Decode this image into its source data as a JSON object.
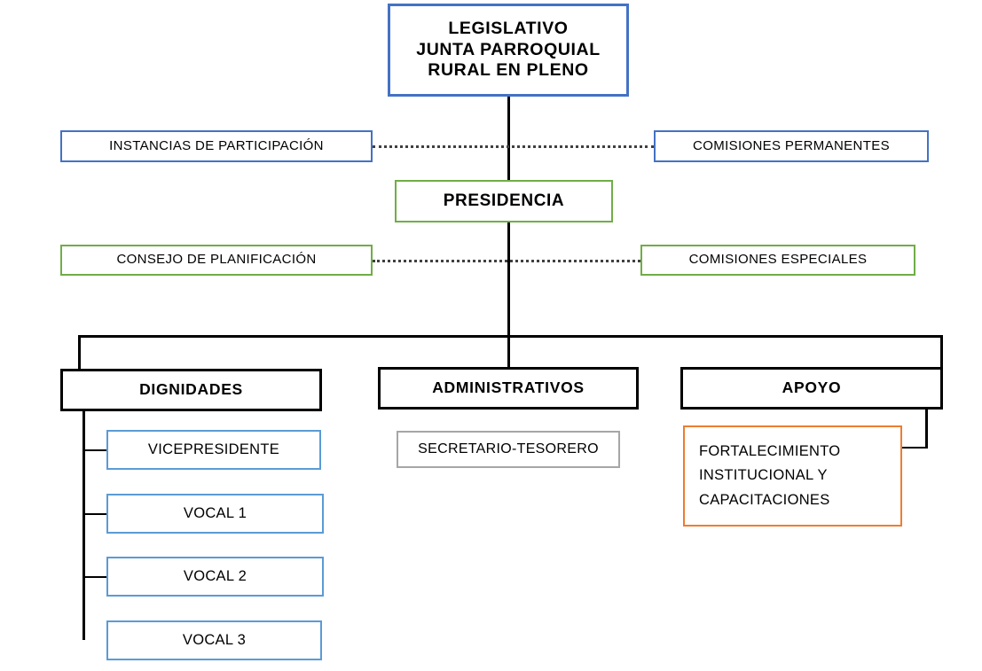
{
  "diagram": {
    "title": "Organigrama Junta Parroquial Rural",
    "nodes": {
      "legislativo": {
        "label": "LEGISLATIVO\nJUNTA PARROQUIAL\nRURAL EN PLENO",
        "border_color": "#4472C4"
      },
      "instancias": {
        "label": "INSTANCIAS  DE PARTICIPACIÓN",
        "border_color": "#4472C4"
      },
      "comisiones_permanentes": {
        "label": "COMISIONES  PERMANENTES",
        "border_color": "#4472C4"
      },
      "presidencia": {
        "label": "PRESIDENCIA",
        "border_color": "#70AD47"
      },
      "consejo_planificacion": {
        "label": "CONSEJO DE PLANIFICACIÓN",
        "border_color": "#70AD47"
      },
      "comisiones_especiales": {
        "label": "COMISIONES  ESPECIALES",
        "border_color": "#70AD47"
      },
      "dignidades": {
        "label": "DIGNIDADES",
        "border_color": "#000000"
      },
      "administrativos": {
        "label": "ADMINISTRATIVOS",
        "border_color": "#000000"
      },
      "apoyo": {
        "label": "APOYO",
        "border_color": "#000000"
      },
      "vicepresidente": {
        "label": "VICEPRESIDENTE",
        "border_color": "#5B9BD5"
      },
      "vocal_1": {
        "label": "VOCAL 1",
        "border_color": "#5B9BD5"
      },
      "vocal_2": {
        "label": "VOCAL 2",
        "border_color": "#5B9BD5"
      },
      "vocal_3": {
        "label": "VOCAL 3",
        "border_color": "#5B9BD5"
      },
      "secretario_tesorero": {
        "label": "SECRETARIO-TESORERO",
        "border_color": "#A6A6A6"
      },
      "fortalecimiento": {
        "label": "FORTALECIMIENTO\nINSTITUCIONAL   Y\nCAPACITACIONES",
        "border_color": "#ED7D31"
      }
    }
  }
}
